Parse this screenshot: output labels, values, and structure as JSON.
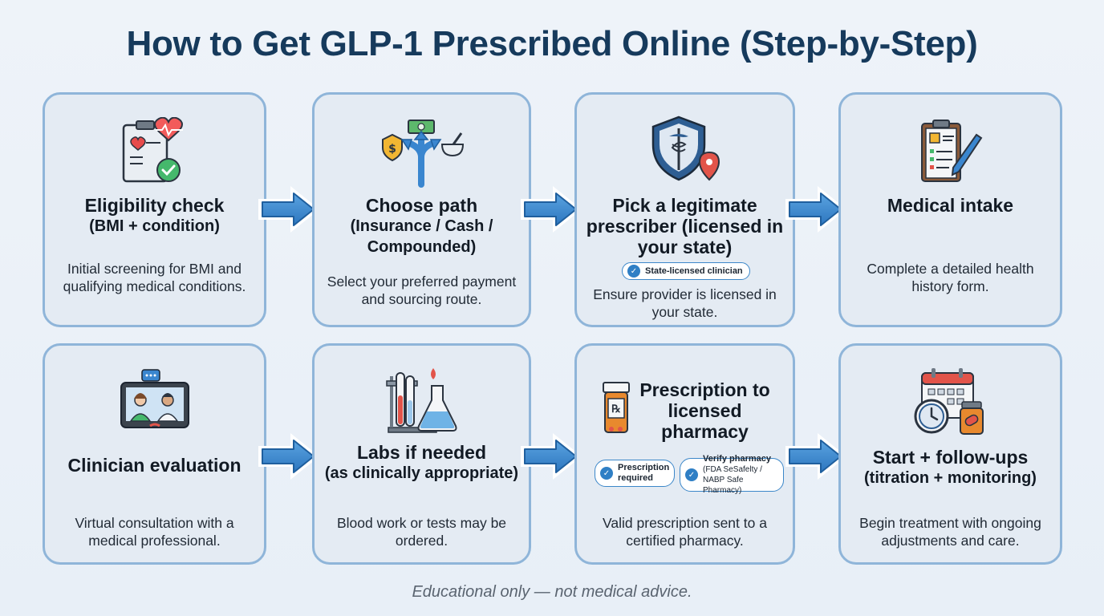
{
  "title": "How to Get GLP-1 Prescribed Online (Step-by-Step)",
  "steps": [
    {
      "head1": "Eligibility check",
      "head2": "(BMI + condition)",
      "desc": "Initial screening for BMI and qualifying medical conditions."
    },
    {
      "head1": "Choose path",
      "head2": "(Insurance / Cash / Compounded)",
      "desc": "Select your preferred payment and sourcing route."
    },
    {
      "head1": "Pick a legitimate prescriber (licensed in your state)",
      "badge": "State-licensed clinician",
      "desc": "Ensure provider is licensed in your state."
    },
    {
      "head1": "Medical intake",
      "desc": "Complete a detailed health history form."
    },
    {
      "head1": "Clinician evaluation",
      "desc": "Virtual consultation with a medical professional."
    },
    {
      "head1": "Labs if needed",
      "head2": "(as clinically appropriate)",
      "desc": "Blood work or tests may be ordered."
    },
    {
      "head1": "Prescription to licensed pharmacy",
      "badge1": "Prescription required",
      "badge2_title": "Verify pharmacy",
      "badge2_sub": "(FDA SeSafelty / NABP Safe Pharmacy)",
      "desc": "Valid prescription sent to a certified pharmacy."
    },
    {
      "head1": "Start + follow-ups",
      "head2": "(titration + monitoring)",
      "desc": "Begin treatment with ongoing adjustments and care."
    }
  ],
  "footer": "Educational only — not medical advice.",
  "colors": {
    "title": "#163a5c",
    "card_border": "#8fb5d9",
    "card_bg": "#e4ebf3",
    "arrow": "#3a86cf"
  }
}
